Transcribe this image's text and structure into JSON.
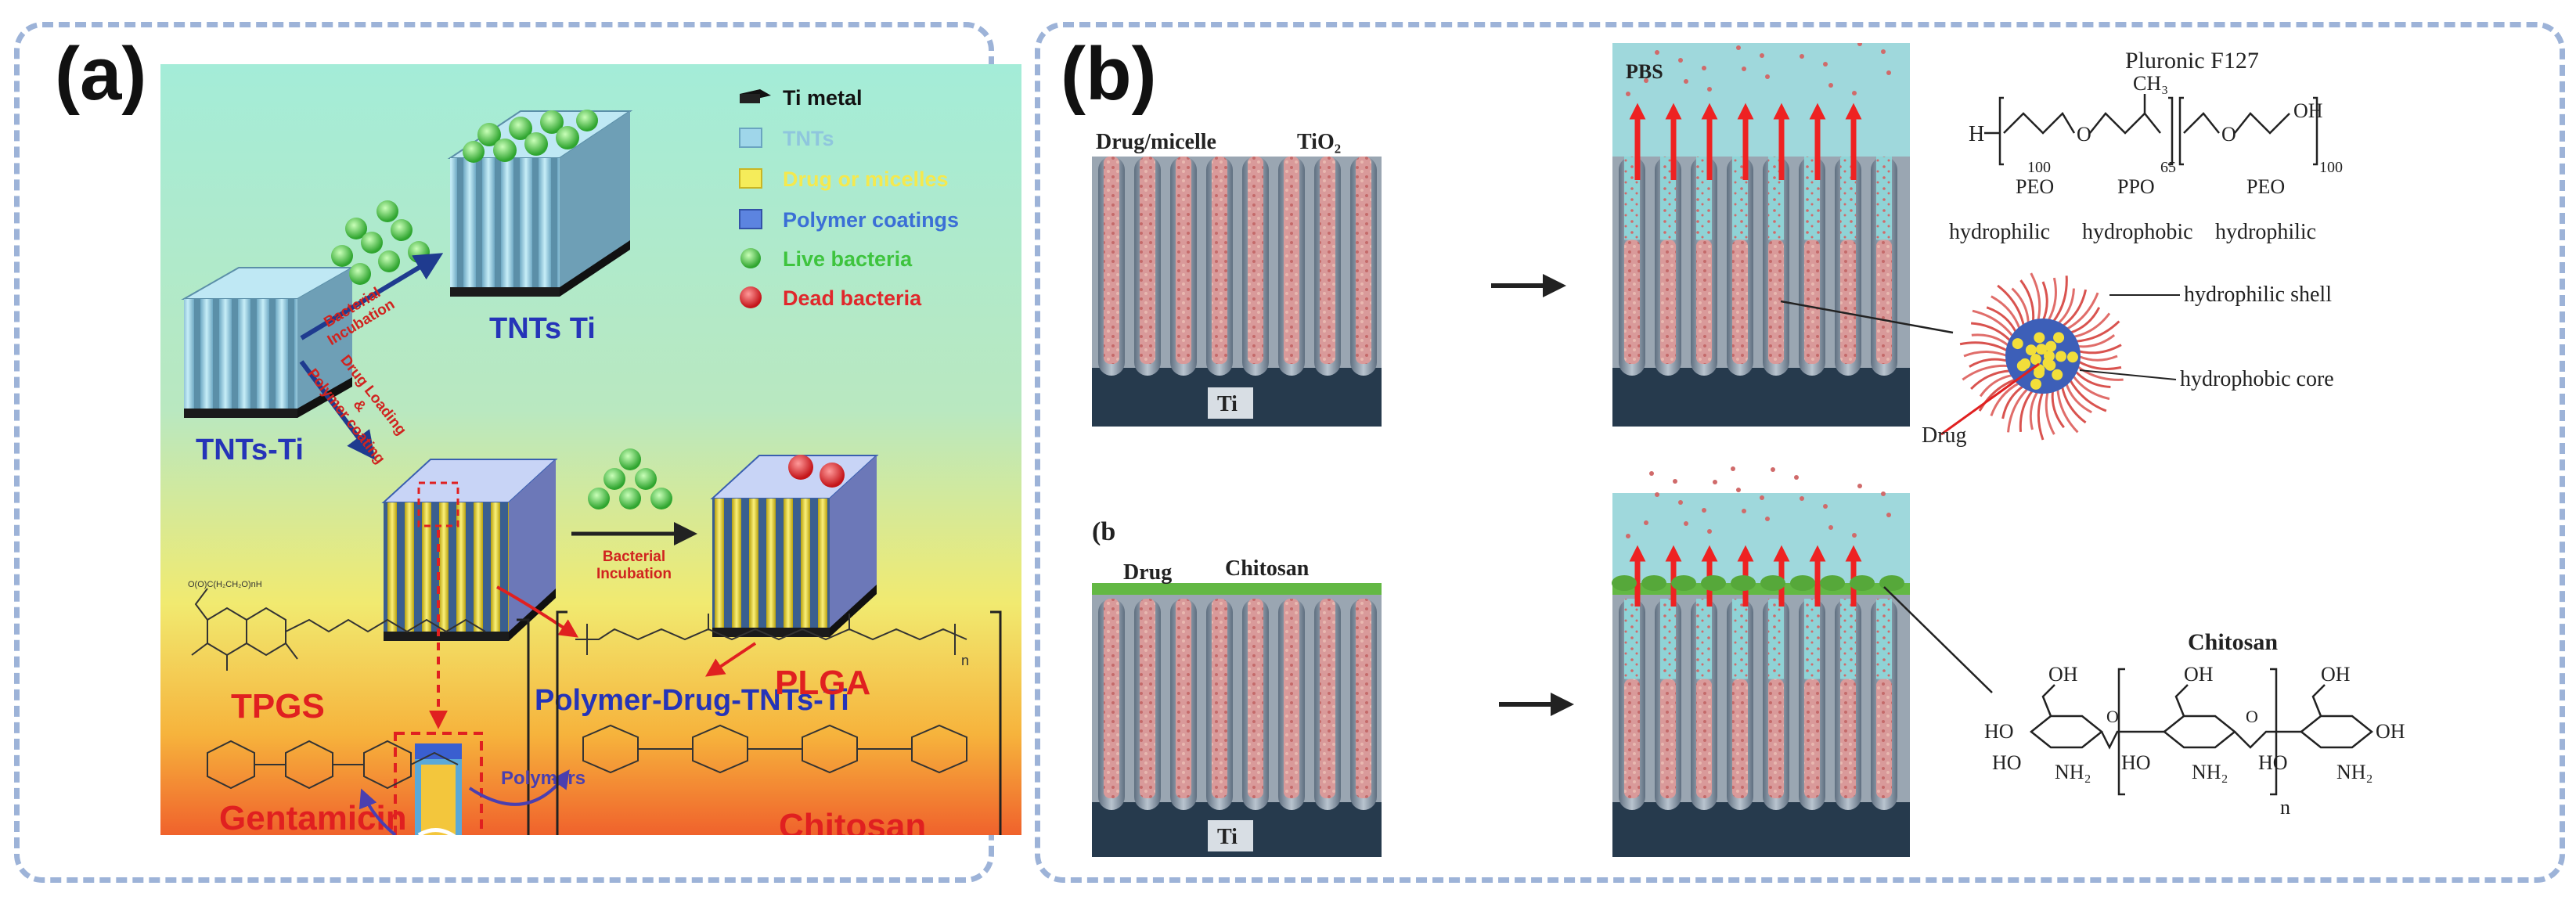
{
  "panel_a": {
    "letter": "(a)",
    "legend": [
      {
        "label": "Ti metal",
        "color": "#1a1a1a"
      },
      {
        "label": "TNTs",
        "color": "#8fd0e6"
      },
      {
        "label": "Drug or micelles",
        "color": "#f2e84a"
      },
      {
        "label": "Polymer coatings",
        "color": "#3b6fd6"
      },
      {
        "label": "Live bacteria",
        "color": "#3ec43e"
      },
      {
        "label": "Dead bacteria",
        "color": "#e0272b"
      }
    ],
    "tnts_ti_top": "TNTs Ti",
    "tnts_ti_left": "TNTs-Ti",
    "bacterial_incubation_1": [
      "Bacterial",
      "Incubation"
    ],
    "bacterial_incubation_2": [
      "Bacterial",
      "Incubation"
    ],
    "drug_loading": [
      "Drug Loading",
      "&",
      "Polymer coating"
    ],
    "polymer_drug_label": "Polymer-Drug-TNTs-Ti",
    "polymers_label": "Polymers",
    "tpgs": "TPGS",
    "gentamicin": "Gentamicin",
    "plga": "PLGA",
    "chitosan": "Chitosan",
    "plga_subscript": "n"
  },
  "panel_b": {
    "letter": "(b)",
    "letter2": "(b",
    "top": {
      "drug_micelle": "Drug/micelle",
      "tio2": "TiO₂",
      "ti": "Ti",
      "pbs": "PBS",
      "pluronic": "Pluronic F127",
      "peo1": "PEO",
      "ppo": "PPO",
      "peo2": "PEO",
      "sub100a": "100",
      "sub65": "65",
      "sub100b": "100",
      "ch3": "CH₃",
      "h": "H",
      "oh": "OH",
      "o": "O",
      "hydrophilic1": "hydrophilic",
      "hydrophobic": "hydrophobic",
      "hydrophilic2": "hydrophilic",
      "shell": "hydrophilic shell",
      "core": "hydrophobic core",
      "drug": "Drug"
    },
    "bottom": {
      "drug": "Drug",
      "chitosan_top": "Chitosan",
      "ti": "Ti",
      "chitosan_title": "Chitosan",
      "oh": "OH",
      "ho": "HO",
      "nh2": "NH₂",
      "o": "O",
      "n": "n"
    }
  }
}
